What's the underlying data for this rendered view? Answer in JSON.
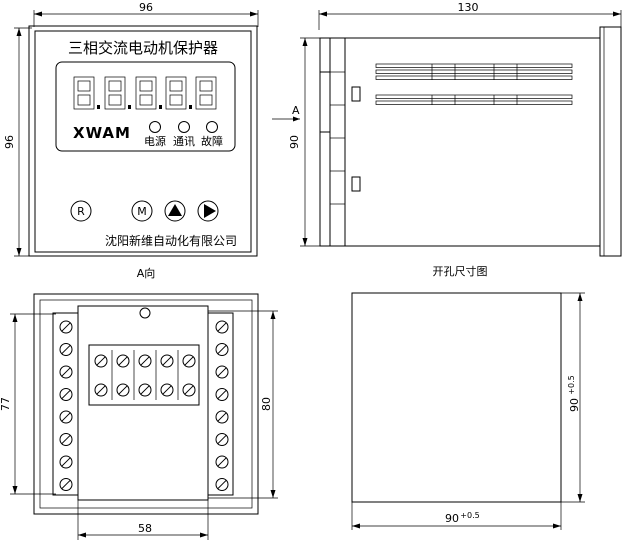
{
  "front_view": {
    "width_dim": "96",
    "height_dim": "96",
    "title": "三相交流电动机保护器",
    "brand": "XWAM",
    "indicators": [
      "电源",
      "通讯",
      "故障"
    ],
    "buttons": {
      "reset": "R",
      "mode": "M"
    },
    "manufacturer": "沈阳新维自动化有限公司"
  },
  "side_view": {
    "length_dim": "130",
    "height_dim": "90",
    "view_arrow": "A"
  },
  "rear_view": {
    "caption": "A向",
    "width_dim": "58",
    "height_inner_dim": "77",
    "height_outer_dim": "80"
  },
  "cutout": {
    "caption": "开孔尺寸图",
    "width_dim": "90",
    "width_tol": "+0.5",
    "height_dim": "90",
    "height_tol": "+0.5"
  }
}
